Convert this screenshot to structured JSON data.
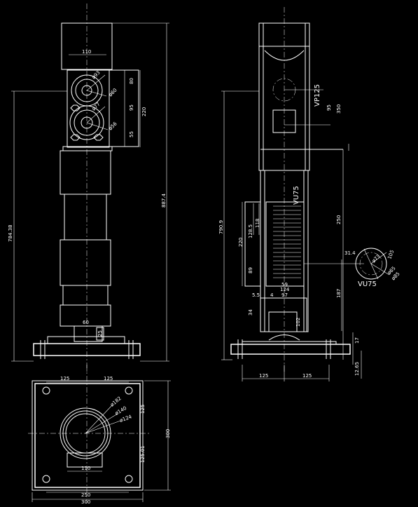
{
  "front": {
    "top_width": "110",
    "d_upper": "ø93",
    "d_lower": "ø77",
    "r_upper": "ø60",
    "r_lower": "ø56",
    "h_80": "80",
    "h_95": "95",
    "h_220": "220",
    "h_55": "55",
    "h_887": "887.4",
    "h_784": "784.38",
    "base_60": "60",
    "base_25": "25"
  },
  "side": {
    "label_vp": "VP125",
    "label_vu_top": "VU75",
    "label_vu_side": "VU75",
    "h_95": "95",
    "h_350": "350",
    "h_790": "790.9",
    "h_220": "220",
    "h_128": "128.5",
    "h_118": "118",
    "h_89": "89",
    "h_250": "250",
    "h_187": "187",
    "h_34": "34",
    "h_17": "17",
    "h_12": "12.65",
    "w_59": "59",
    "w_124": "124",
    "w_97": "97",
    "w_5": "5.5",
    "w_4": "4",
    "h_102": "102",
    "ang": "31.4",
    "r_73": "ø73",
    "r_65": "ø65",
    "r_85": "ø85",
    "r_105": "105",
    "w_125a": "125",
    "w_125b": "125"
  },
  "plan": {
    "w_125a": "125",
    "w_125b": "125",
    "d_182": "ø182",
    "d_140": "ø140",
    "d_124": "ø124",
    "h_125": "125",
    "h_125_01": "125.01",
    "h_300": "300",
    "w_110": "110",
    "w_250": "250",
    "w_300": "300"
  }
}
